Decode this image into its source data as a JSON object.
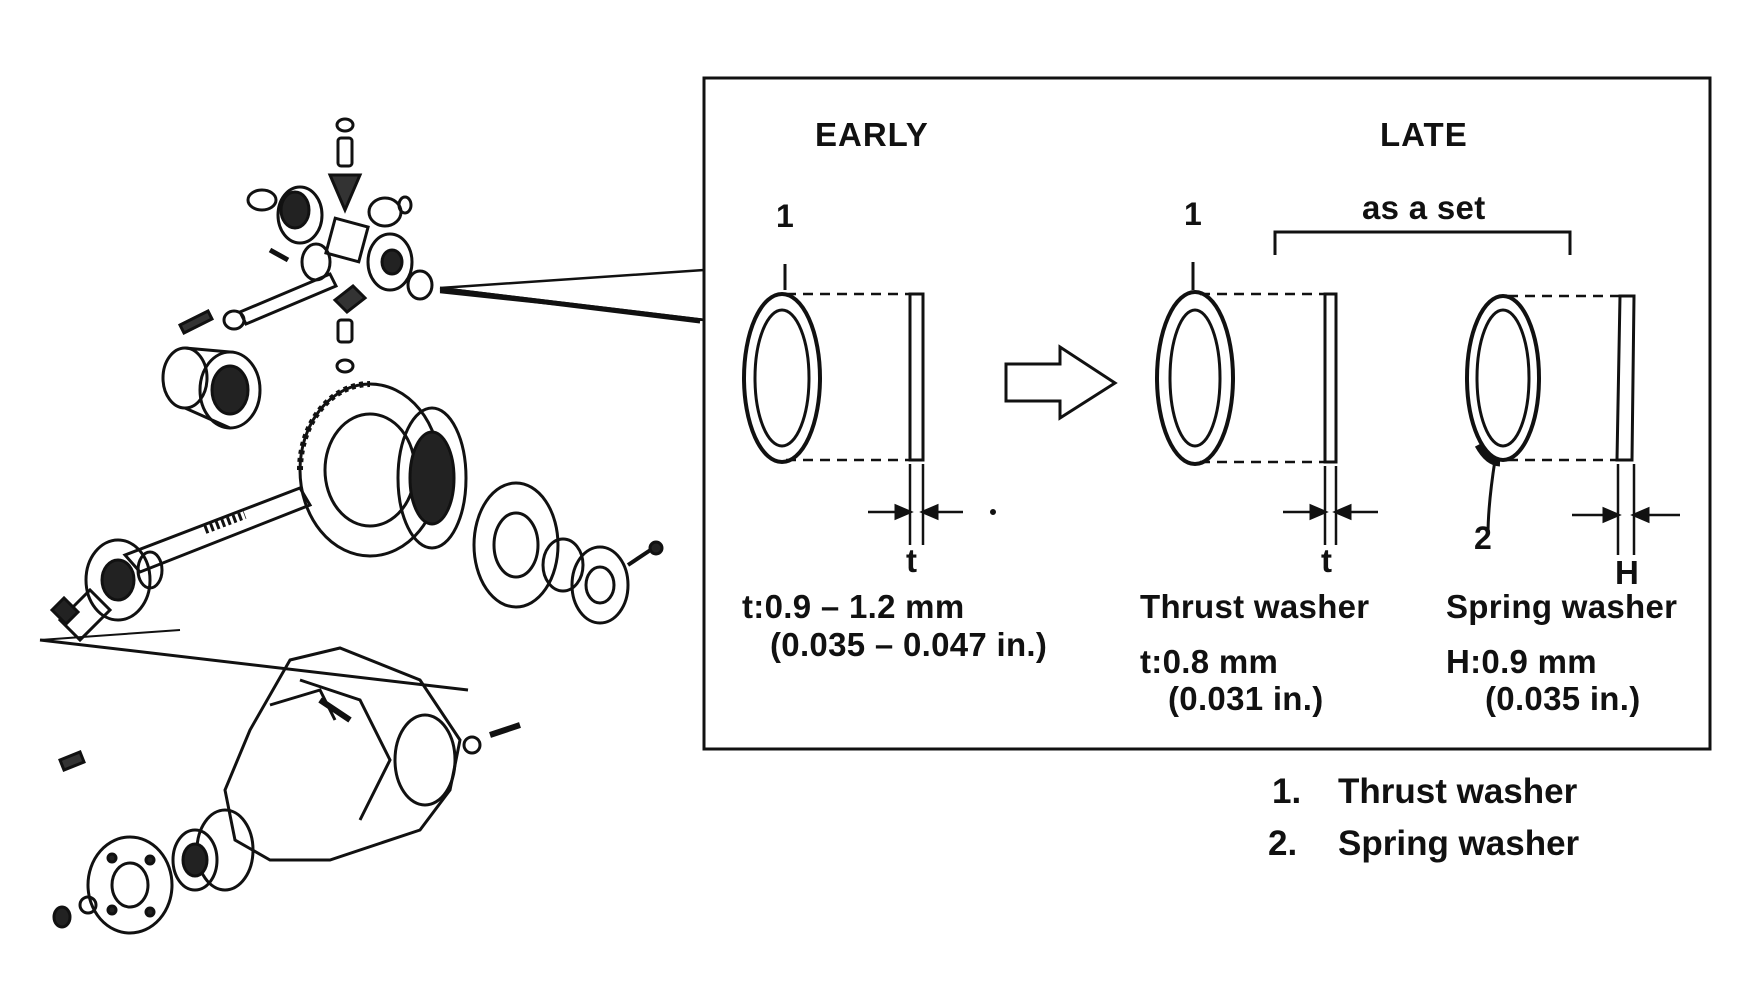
{
  "header": {
    "early": "EARLY",
    "late": "LATE"
  },
  "set_label": "as a set",
  "callouts": {
    "one_early": "1",
    "one_late": "1",
    "two": "2"
  },
  "dims": {
    "t_early": "t",
    "t_late": "t",
    "h": "H"
  },
  "early": {
    "spec_line1": "t:0.9 – 1.2 mm",
    "spec_line2": "(0.035 – 0.047 in.)"
  },
  "thrust": {
    "title": "Thrust washer",
    "spec_line1": "t:0.8 mm",
    "spec_line2": "(0.031 in.)"
  },
  "spring": {
    "title": "Spring washer",
    "spec_line1": "H:0.9 mm",
    "spec_line2": "(0.035 in.)"
  },
  "legend": [
    {
      "num": "1.",
      "label": "Thrust washer"
    },
    {
      "num": "2.",
      "label": "Spring washer"
    }
  ]
}
